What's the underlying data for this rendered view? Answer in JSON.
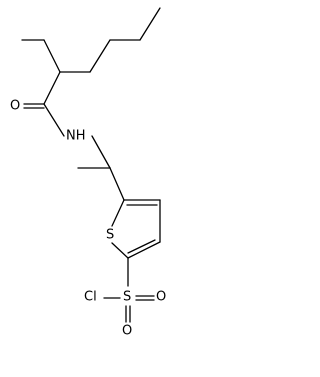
{
  "molecule": {
    "atoms": {
      "oxygen_carbonyl": "O",
      "nitrogen_amide": "NH",
      "sulfur_ring": "S",
      "sulfur_sulfonyl": "S",
      "oxygen_sulfonyl_top": "O",
      "oxygen_sulfonyl_right": "O",
      "chlorine": "Cl"
    }
  }
}
